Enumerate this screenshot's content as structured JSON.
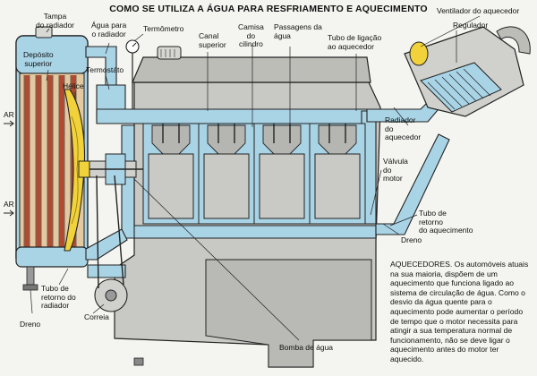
{
  "title": "COMO SE UTILIZA A ÁGUA PARA RESFRIAMENTO E AQUECIMENTO",
  "labels": {
    "tampa": "Tampa\ndo radiador",
    "agua_radiador": "Água para\no radiador",
    "termometro": "Termômetro",
    "canal_superior": "Canal\nsuperior",
    "camisa_cilindro": "Camisa\ndo\ncilindro",
    "passagens_agua": "Passagens da\nágua",
    "tubo_ligacao": "Tubo de ligação\nao aquecedor",
    "ventilador": "Ventilador do aquecedor",
    "regulador": "Regulador",
    "deposito": "Depósito\nsuperior",
    "termostato": "Termostáto",
    "helice": "Hélice",
    "ar_top": "AR",
    "ar_bottom": "AR",
    "radiador_aquecedor": "Radiador\ndo\naquecedor",
    "valvula_motor": "Válvula\ndo\nmotor",
    "tubo_retorno_aquecimento": "Tubo de\nretorno\ndo aquecimento",
    "dreno_right": "Dreno",
    "tubo_retorno_radiador": "Tubo de\nretorno do\nradiador",
    "correia": "Correia",
    "dreno_left": "Dreno",
    "bomba_agua": "Bomba de água"
  },
  "description": "AQUECEDORES. Os automóveis atuais na sua maioria, dispõem de um aquecimento que funciona ligado ao sistema de circulação de água. Como o desvio da água quente para o aquecimento pode aumentar o período de tempo que o motor necessita para atingir a sua temperatura normal de funcionamento, não se deve ligar o aquecimento antes do motor ter aquecido.",
  "colors": {
    "water": "#a9d4e6",
    "engine": "#c6c6c2",
    "radiator_fill": "#b24a32",
    "fan": "#f2d23a",
    "outline": "#1a1a1a"
  }
}
